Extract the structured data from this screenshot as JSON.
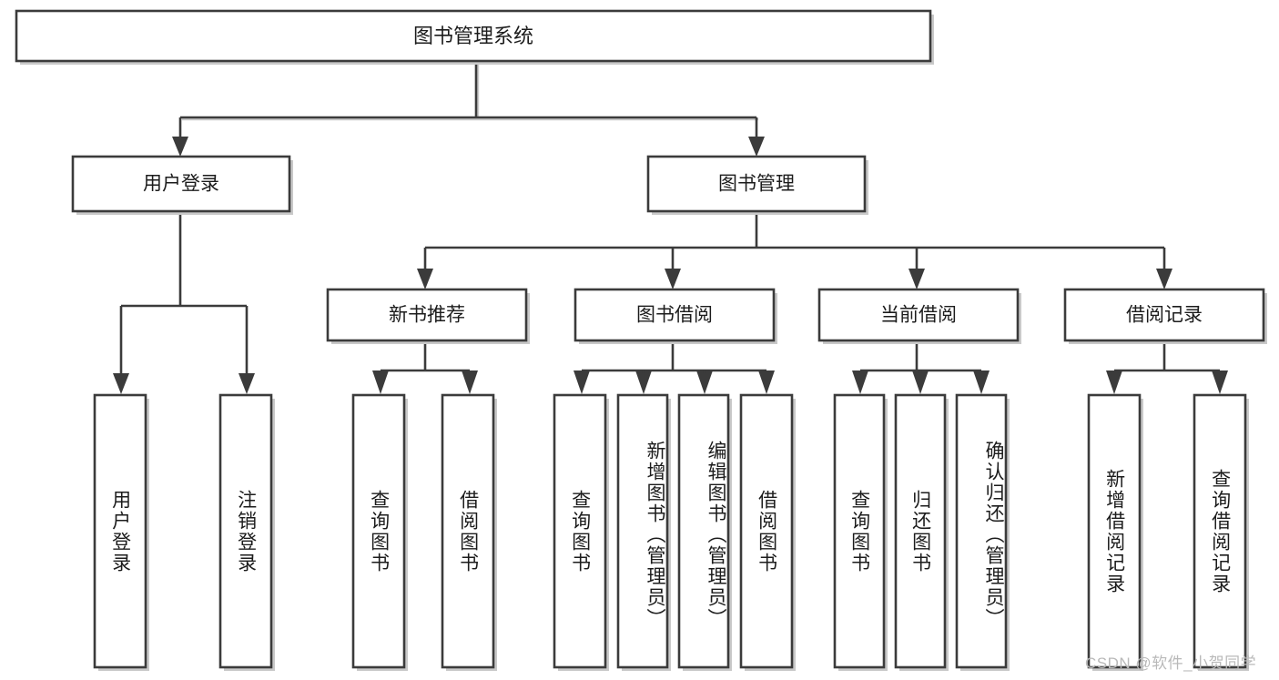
{
  "diagram": {
    "type": "tree-hierarchy-chart",
    "title_node": {
      "label": "图书管理系统",
      "level": 0
    },
    "level1": [
      {
        "label": "用户登录"
      },
      {
        "label": "图书管理"
      }
    ],
    "level2": [
      {
        "label": "新书推荐",
        "parent": "图书管理"
      },
      {
        "label": "图书借阅",
        "parent": "图书管理"
      },
      {
        "label": "当前借阅",
        "parent": "图书管理"
      },
      {
        "label": "借阅记录",
        "parent": "图书管理"
      }
    ],
    "leaves": {
      "user_login": [
        {
          "label": "用户登录"
        },
        {
          "label": "注销登录"
        }
      ],
      "new_book_recommend": [
        {
          "label": "查询图书"
        },
        {
          "label": "借阅图书"
        }
      ],
      "book_borrow": [
        {
          "label": "查询图书"
        },
        {
          "label": "新增图书（管理员）"
        },
        {
          "label": "编辑图书（管理员）"
        },
        {
          "label": "借阅图书"
        }
      ],
      "current_borrow": [
        {
          "label": "查询图书"
        },
        {
          "label": "归还图书"
        },
        {
          "label": "确认归还（管理员）"
        }
      ],
      "borrow_records": [
        {
          "label": "新增借阅记录"
        },
        {
          "label": "查询借阅记录"
        }
      ]
    },
    "colors": {
      "border": "#3b3b3b",
      "shadow": "#c9c9c9",
      "background": "#ffffff",
      "text": "#1c1c1c",
      "watermark": "#b9b9b9"
    }
  },
  "watermark": {
    "text": "CSDN @软件_小贺同学"
  }
}
